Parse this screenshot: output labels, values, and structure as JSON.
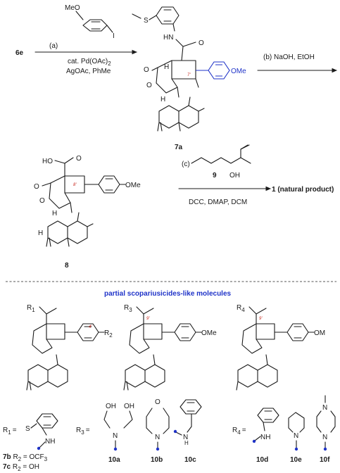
{
  "scheme": {
    "reaction1": {
      "start": "6e",
      "step": "(a)",
      "reagent_group": "MeO",
      "reagent_atom": "I",
      "conditions_line1": "cat. Pd(OAc)",
      "conditions_line1_sub": "2",
      "conditions_line2": "AgOAc, PhMe",
      "product": "7a",
      "product_labels": {
        "sme": "S",
        "amide_h": "HN",
        "amide_o": "O",
        "lactone_o1": "O",
        "lactone_o2": "O",
        "h1": "H",
        "h2": "H",
        "ome": "OMe",
        "stereo": "7'"
      },
      "next_step": "(b) NaOH, EtOH"
    },
    "reaction2": {
      "compound": "8",
      "labels": {
        "ho": "HO",
        "o_top": "O",
        "o_lactone": "O",
        "o_ring": "O",
        "h1": "H",
        "h2": "H",
        "ome": "OMe",
        "stereo": "8'"
      },
      "step": "(c)",
      "alcohol": "9",
      "alcohol_oh": "OH",
      "conditions": "DCC, DMAP, DCM",
      "product": "1 (natural product)"
    },
    "analogs": {
      "heading": "partial scopariusicides-like molecules",
      "core1": {
        "r": "R",
        "r_sub": "1",
        "r2": "R",
        "r2_sub": "2",
        "stereo": "4'"
      },
      "core2": {
        "r": "R",
        "r_sub": "3",
        "ome": "OMe",
        "stereo": "9'"
      },
      "core3": {
        "r": "R",
        "r_sub": "4",
        "ome": "OM",
        "stereo": "9'"
      },
      "r1_def": {
        "r": "R",
        "r_sub": "1",
        "eq": "=",
        "s": "S",
        "nh": "NH"
      },
      "r3_def": {
        "r": "R",
        "r_sub": "3",
        "eq": "=",
        "oh": "OH",
        "n": "N",
        "o": "O",
        "nh": "N",
        "h": "H"
      },
      "r4_def": {
        "r": "R",
        "r_sub": "4",
        "eq": "=",
        "nh": "NH",
        "n": "N"
      },
      "entries_7": [
        {
          "id": "7b",
          "text": " R",
          "sub": "2",
          "value": " = OCF",
          "value_sub": "3"
        },
        {
          "id": "7c",
          "text": " R",
          "sub": "2",
          "value": " = OH",
          "value_sub": ""
        }
      ],
      "entries_10": [
        "10a",
        "10b",
        "10c",
        "10d",
        "10e",
        "10f"
      ]
    }
  }
}
